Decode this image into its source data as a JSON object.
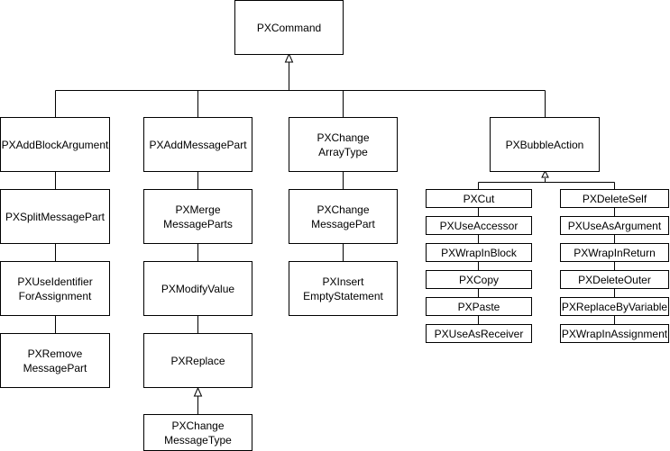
{
  "nodes": {
    "command": "PXCommand",
    "add_block_argument": "PXAddBlockArgument",
    "split_message_part": "PXSplitMessagePart",
    "use_identifier": "PXUseIdentifier\nForAssignment",
    "remove_message_part": "PXRemove\nMessagePart",
    "add_message_part": "PXAddMessagePart",
    "merge_message_parts": "PXMerge\nMessageParts",
    "modify_value": "PXModifyValue",
    "replace": "PXReplace",
    "change_message_type": "PXChange\nMessageType",
    "change_array_type": "PXChange\nArrayType",
    "change_message_part": "PXChange\nMessagePart",
    "insert_empty_statement": "PXInsert\nEmptyStatement",
    "bubble_action": "PXBubbleAction",
    "cut": "PXCut",
    "use_accessor": "PXUseAccessor",
    "wrap_in_block": "PXWrapInBlock",
    "copy": "PXCopy",
    "paste": "PXPaste",
    "use_as_receiver": "PXUseAsReceiver",
    "delete_self": "PXDeleteSelf",
    "use_as_argument": "PXUseAsArgument",
    "wrap_in_return": "PXWrapInReturn",
    "delete_outer": "PXDeleteOuter",
    "replace_by_variable": "PXReplaceByVariable",
    "wrap_in_assignment": "PXWrapInAssignment"
  }
}
